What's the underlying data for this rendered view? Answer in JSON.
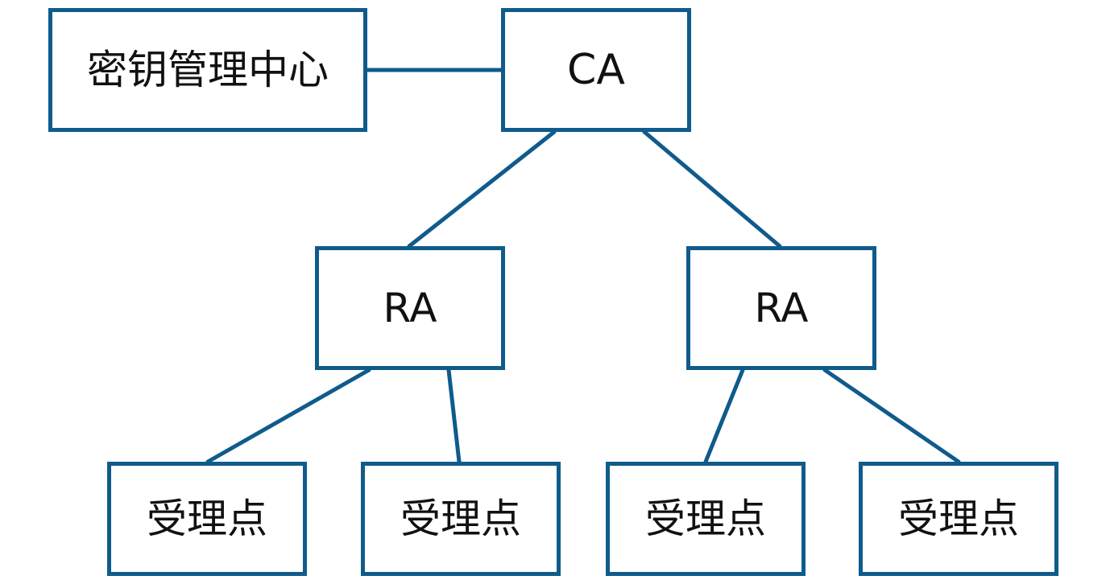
{
  "colors": {
    "border": "#0f5b8c",
    "connector": "#0f5b8c",
    "text": "#111111",
    "background": "#ffffff"
  },
  "nodes": {
    "key_management_center": "密钥管理中心",
    "ca": "CA",
    "ra_left": "RA",
    "ra_right": "RA",
    "acceptance_point_1": "受理点",
    "acceptance_point_2": "受理点",
    "acceptance_point_3": "受理点",
    "acceptance_point_4": "受理点"
  },
  "edges": [
    [
      "key_management_center",
      "ca"
    ],
    [
      "ca",
      "ra_left"
    ],
    [
      "ca",
      "ra_right"
    ],
    [
      "ra_left",
      "acceptance_point_1"
    ],
    [
      "ra_left",
      "acceptance_point_2"
    ],
    [
      "ra_right",
      "acceptance_point_3"
    ],
    [
      "ra_right",
      "acceptance_point_4"
    ]
  ]
}
